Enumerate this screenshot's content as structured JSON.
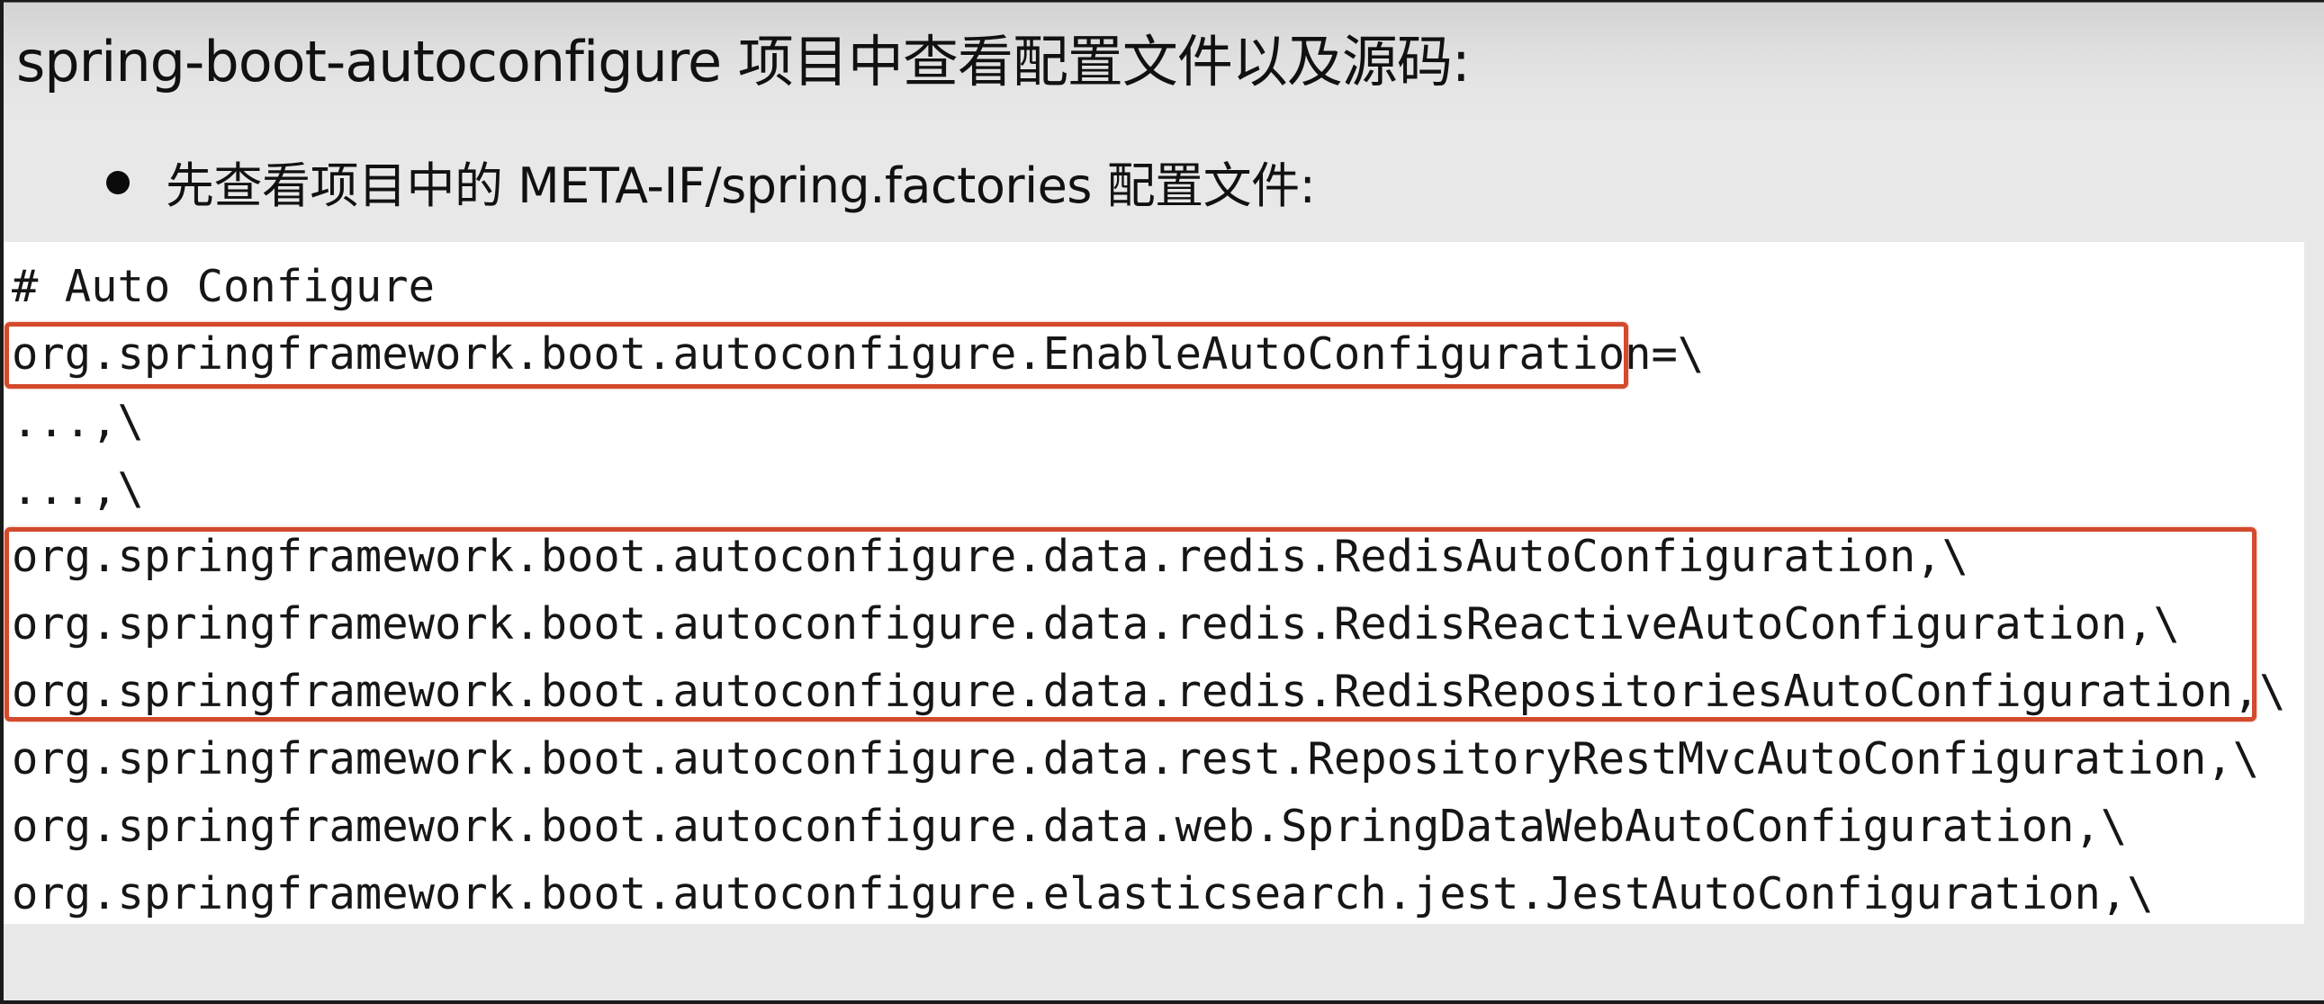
{
  "slide": {
    "title": "spring-boot-autoconfigure 项目中查看配置文件以及源码:",
    "bullets": [
      {
        "text": "先查看项目中的 META-IF/spring.factories 配置文件:"
      }
    ]
  },
  "code": {
    "language": "properties",
    "lines": [
      "# Auto Configure",
      "org.springframework.boot.autoconfigure.EnableAutoConfiguration=\\",
      "...,\\",
      "...,\\",
      "org.springframework.boot.autoconfigure.data.redis.RedisAutoConfiguration,\\",
      "org.springframework.boot.autoconfigure.data.redis.RedisReactiveAutoConfiguration,\\",
      "org.springframework.boot.autoconfigure.data.redis.RedisRepositoriesAutoConfiguration,\\",
      "org.springframework.boot.autoconfigure.data.rest.RepositoryRestMvcAutoConfiguration,\\",
      "org.springframework.boot.autoconfigure.data.web.SpringDataWebAutoConfiguration,\\",
      "org.springframework.boot.autoconfigure.elasticsearch.jest.JestAutoConfiguration,\\"
    ],
    "highlights": [
      {
        "label": "enable-auto-configuration-key",
        "lines": [
          1
        ]
      },
      {
        "label": "redis-auto-configurations",
        "lines": [
          4,
          5,
          6
        ]
      }
    ]
  },
  "colors": {
    "background": "#e8e8e8",
    "code_background": "#ffffff",
    "highlight_border": "#d44a2c",
    "text": "#111111"
  }
}
